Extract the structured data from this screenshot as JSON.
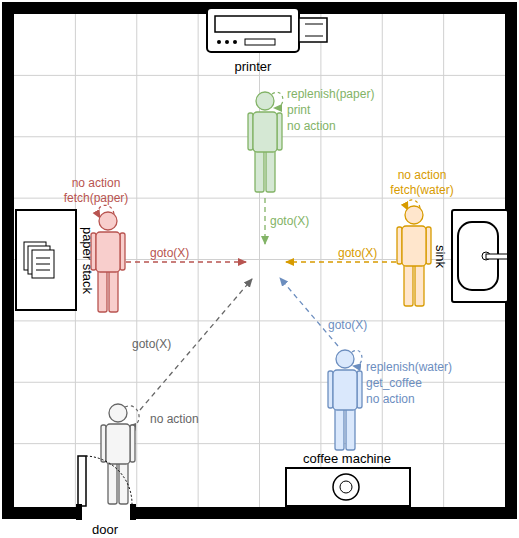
{
  "diagram": {
    "nodes": [
      {
        "text": [
          "printer"
        ]
      },
      {
        "text": [
          "paper stack"
        ]
      },
      {
        "text": [
          "sink"
        ]
      },
      {
        "text": [
          "coffee machine"
        ]
      },
      {
        "text": [
          "door"
        ]
      }
    ],
    "labels": [
      "replenish(paper)",
      "print",
      "no action",
      "goto(X)",
      "no action",
      "fetch(paper)",
      "goto(X)",
      "no action",
      "fetch(water)",
      "goto(X)",
      "replenish(water)",
      "get_coffee",
      "no action",
      "goto(X)",
      "no action",
      "goto(X)"
    ]
  }
}
